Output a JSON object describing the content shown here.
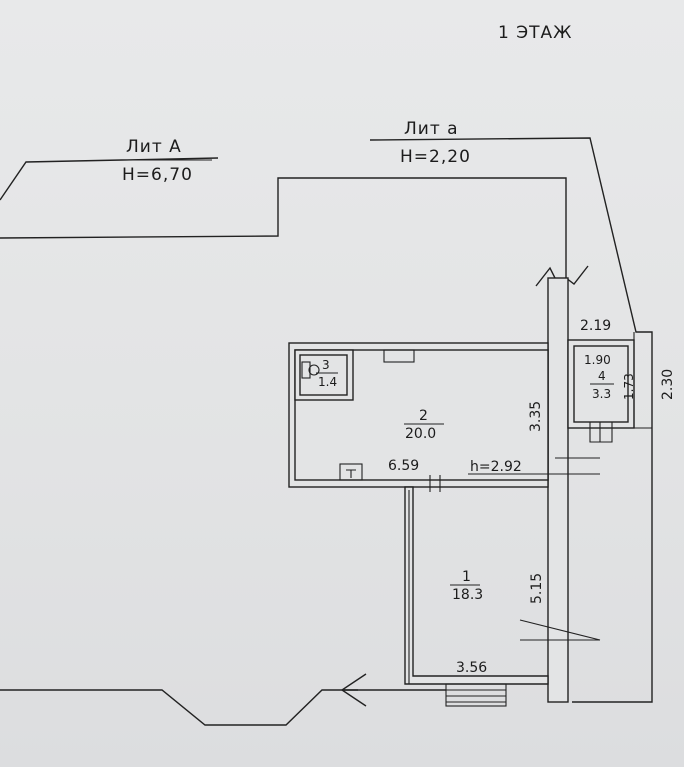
{
  "floor_title": "1 ЭТАЖ",
  "blocks": {
    "main": {
      "name": "Лит А",
      "height": "H=6,70"
    },
    "annex": {
      "name": "Лит а",
      "height": "H=2,20"
    }
  },
  "rooms": {
    "room1": {
      "number": "1",
      "area": "18.3",
      "side": "5.15",
      "width": "3.56"
    },
    "room2": {
      "number": "2",
      "area": "20.0",
      "side": "3.35",
      "width": "6.59",
      "height": "h=2.92"
    },
    "room3": {
      "number": "3",
      "area": "1.4"
    },
    "room4": {
      "number": "4",
      "area": "3.3",
      "width": "1.90",
      "side": "1.73"
    }
  },
  "outer_dims": {
    "annex_width": "2.19",
    "annex_depth": "2.30"
  },
  "colors": {
    "line": "#222222",
    "paper": "#e4e5e6"
  }
}
